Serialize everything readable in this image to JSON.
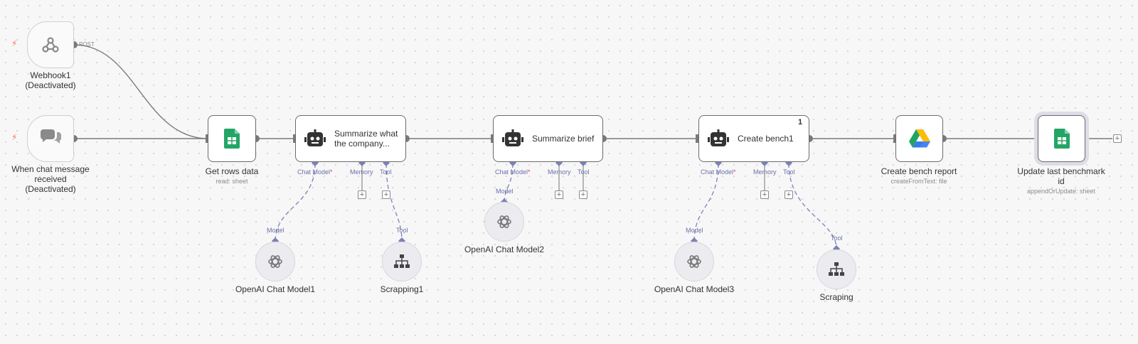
{
  "nodes": {
    "webhook": {
      "label": "Webhook1",
      "status": "(Deactivated)",
      "method": "POST"
    },
    "chat_trigger": {
      "line1": "When chat message",
      "line2": "received",
      "status": "(Deactivated)"
    },
    "get_rows": {
      "label": "Get rows data",
      "sub": "read: sheet"
    },
    "summarize_what": {
      "line1": "Summarize what",
      "line2": "the company..."
    },
    "summarize_brief": {
      "label": "Summarize brief"
    },
    "create_bench": {
      "label": "Create bench1",
      "badge": "1"
    },
    "create_report": {
      "label": "Create bench report",
      "sub": "createFromText: file"
    },
    "update_last": {
      "line1": "Update last benchmark",
      "line2": "id",
      "sub": "appendOrUpdate: sheet"
    },
    "openai1": {
      "label": "OpenAI Chat Model1"
    },
    "openai2": {
      "label": "OpenAI Chat Model2"
    },
    "openai3": {
      "label": "OpenAI Chat Model3"
    },
    "scrapping1": {
      "label": "Scrapping1"
    },
    "scraping": {
      "label": "Scraping"
    }
  },
  "ports": {
    "chat_model": "Chat Model",
    "required_mark": "*",
    "memory": "Memory",
    "tool": "Tool",
    "model": "Model"
  },
  "icons": {
    "trigger": "lightning-bolt-icon",
    "webhook": "webhook-icon",
    "chat": "chat-bubbles-icon",
    "sheets": "google-sheets-icon",
    "agent": "robot-icon",
    "drive": "google-drive-icon",
    "openai": "openai-icon",
    "tool": "sitemap-icon",
    "plus": "+"
  },
  "colors": {
    "accent_trigger": "#ff6d5a",
    "sub_connection": "#7c82b8",
    "sheets_green": "#23a566",
    "edge": "#7a7a7a"
  }
}
